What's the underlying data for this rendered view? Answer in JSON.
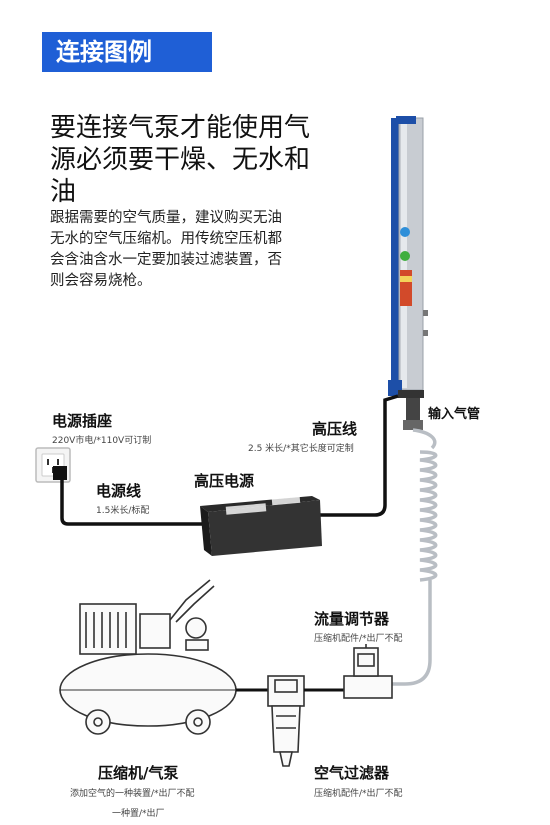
{
  "banner": {
    "title": "连接图例"
  },
  "headline": {
    "lines": [
      "要连接气泵才能使用气",
      "源必须要干燥、无水和",
      "油"
    ]
  },
  "description": {
    "lines": [
      "跟据需要的空气质量，建议购买无油",
      "无水的空气压缩机。用传统空压机都",
      "会含油含水一定要加装过滤装置，否",
      "则会容易烧枪。"
    ]
  },
  "labels": {
    "power_socket": {
      "title": "电源插座",
      "note": "220V市电/*110V可订制"
    },
    "power_cord": {
      "title": "电源线",
      "note": "1.5米长/标配"
    },
    "hv_supply": {
      "title": "高压电源"
    },
    "hv_cable": {
      "title": "高压线",
      "note": "2.5 米长/*其它长度可定制"
    },
    "air_inlet": {
      "title": "输入气管"
    },
    "flow_regulator": {
      "title": "流量调节器",
      "note": "压缩机配件/*出厂不配"
    },
    "compressor": {
      "title": "压缩机/气泵",
      "note_lines": [
        "添加空气的一种装置/*出厂不配",
        "一种置/*出厂"
      ]
    },
    "air_filter": {
      "title": "空气过滤器",
      "note": "压缩机配件/*出厂不配"
    }
  },
  "colors": {
    "banner": "#1f5fd6",
    "bar_blue": "#1d4fa8",
    "metal": "#c8ccd2",
    "cable": "#111111"
  }
}
